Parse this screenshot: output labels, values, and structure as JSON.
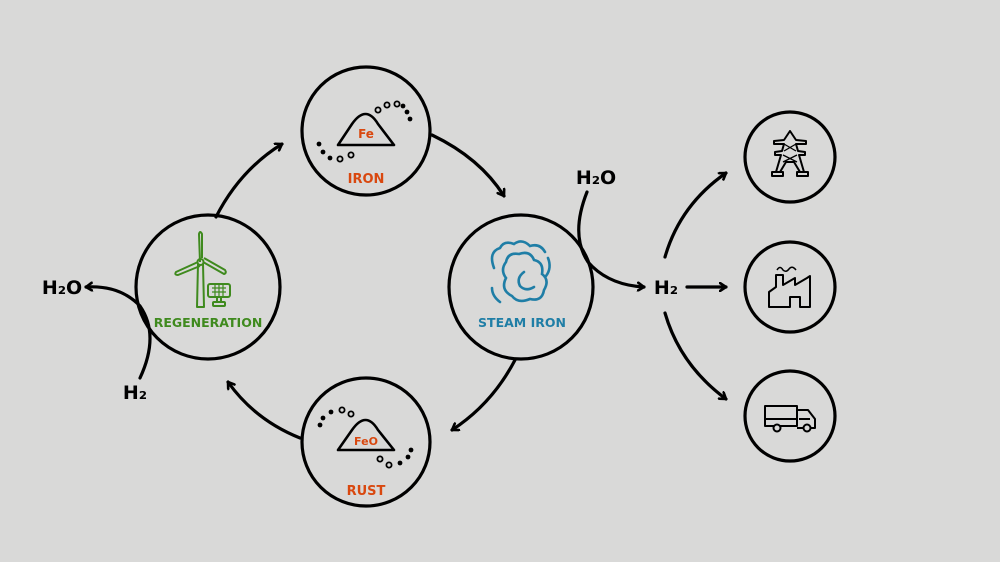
{
  "colors": {
    "background": "#d9d9d8",
    "stroke": "#000000",
    "iron": "#d9480f",
    "regeneration": "#3f8a1e",
    "steam": "#1f7ea6"
  },
  "nodes": {
    "iron": {
      "label": "IRON",
      "formula": "Fe",
      "icon": "iron-pile-icon"
    },
    "rust": {
      "label": "RUST",
      "formula": "FeO",
      "icon": "rust-pile-icon"
    },
    "regeneration": {
      "label": "REGENERATION",
      "icon": "wind-turbine-solar-icon"
    },
    "steam_iron": {
      "label": "STEAM IRON",
      "icon": "steam-cloud-icon"
    }
  },
  "flows": {
    "steam_input": "H₂O",
    "steam_output": "H₂",
    "regen_input": "H₂",
    "regen_output": "H₂O"
  },
  "uses": [
    {
      "name": "power-grid",
      "icon": "power-pylon-icon"
    },
    {
      "name": "industry",
      "icon": "factory-icon"
    },
    {
      "name": "transport",
      "icon": "truck-icon"
    }
  ]
}
